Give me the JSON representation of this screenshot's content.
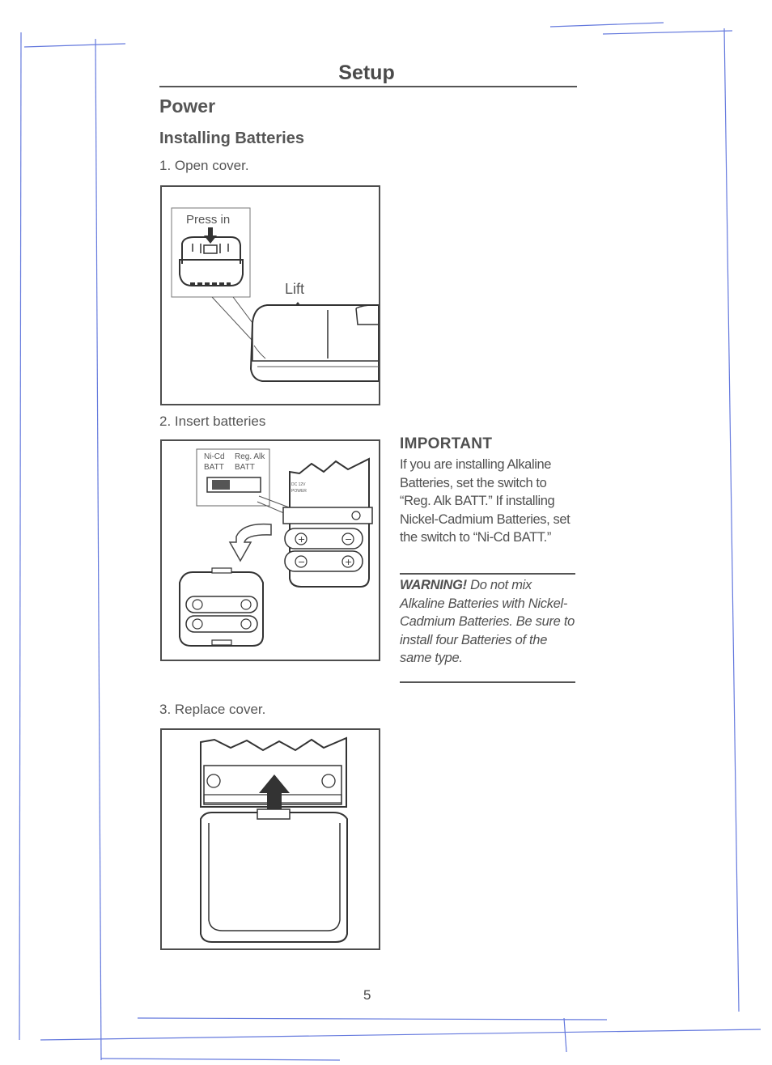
{
  "header": {
    "title": "Setup"
  },
  "section": {
    "title": "Power"
  },
  "subsection": {
    "title": "Installing Batteries"
  },
  "steps": [
    {
      "label": "1. Open cover."
    },
    {
      "label": "2. Insert batteries"
    },
    {
      "label": "3. Replace cover."
    }
  ],
  "figure1": {
    "press_label": "Press in",
    "lift_label": "Lift"
  },
  "figure2": {
    "switch_label_left_1": "Ni-Cd",
    "switch_label_left_2": "BATT",
    "switch_label_right_1": "Reg. Alk",
    "switch_label_right_2": "BATT",
    "jack_label_1": "DC 12V",
    "jack_label_2": "POWER"
  },
  "important": {
    "heading": "IMPORTANT",
    "body": "If you are installing Alkaline Batteries, set the switch to “Reg. Alk BATT.” If installing Nickel-Cadmium Batteries, set the switch to “Ni-Cd BATT.”"
  },
  "warning": {
    "label": "WARNING!",
    "text": "Do not mix Alkaline Batteries with Nickel-Cadmium Batteries. Be sure to install four Batteries of the same type."
  },
  "footer": {
    "page_number": "5"
  }
}
